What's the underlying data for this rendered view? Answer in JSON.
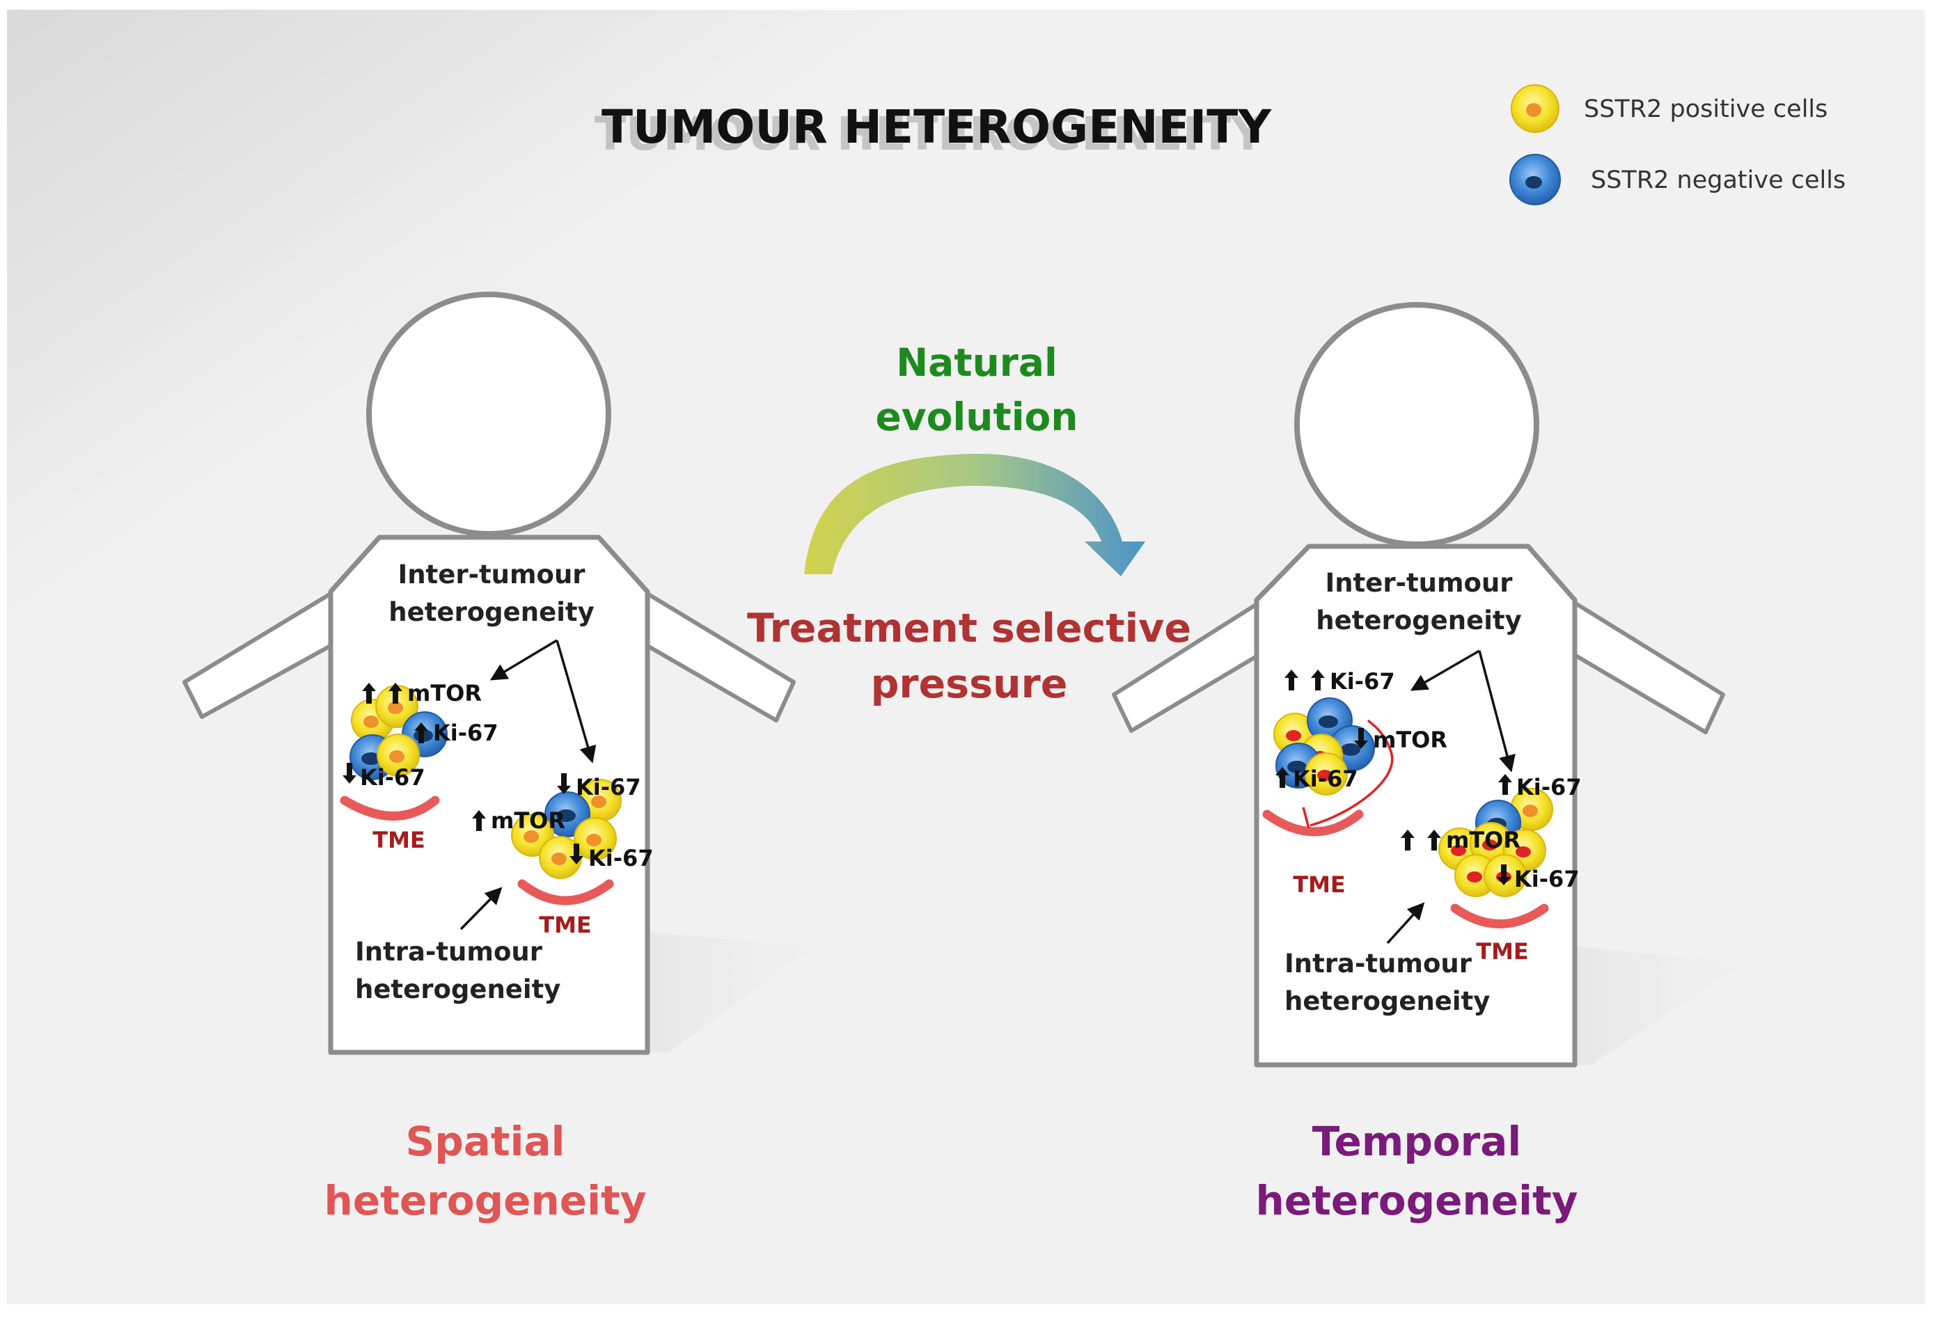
{
  "title": "TUMOUR HETEROGENEITY",
  "legend": {
    "positive": "SSTR2 positive cells",
    "negative": "SSTR2 negative cells"
  },
  "center": {
    "natural_line1": "Natural",
    "natural_line2": "evolution",
    "treatment_line1": "Treatment selective",
    "treatment_line2": "pressure"
  },
  "left": {
    "inter_line1": "Inter-tumour",
    "inter_line2": "heterogeneity",
    "intra_line1": "Intra-tumour",
    "intra_line2": "heterogeneity",
    "marker_mtor_top": "mTOR",
    "marker_ki67_mid": "Ki-67",
    "marker_ki67_low": "Ki-67",
    "marker_ki67_right_top": "Ki-67",
    "marker_mtor_right": "mTOR",
    "marker_ki67_right_low": "Ki-67",
    "tme_left": "TME",
    "tme_right": "TME",
    "caption_line1": "Spatial",
    "caption_line2": "heterogeneity"
  },
  "right": {
    "inter_line1": "Inter-tumour",
    "inter_line2": "heterogeneity",
    "intra_line1": "Intra-tumour",
    "intra_line2": "heterogeneity",
    "marker_ki67_top": "Ki-67",
    "marker_mtor_mid": "mTOR",
    "marker_ki67_low": "Ki-67",
    "marker_ki67_right_top": "Ki-67",
    "marker_mtor_right": "mTOR",
    "marker_ki67_right_low": "Ki-67",
    "tme_left": "TME",
    "tme_right": "TME",
    "caption_line1": "Temporal",
    "caption_line2": "heterogeneity"
  },
  "colors": {
    "title": "#111111",
    "natural": "#1e8a1e",
    "treatment": "#b03232",
    "spatial": "#e05555",
    "temporal": "#7a1a7a",
    "tme": "#a51c1c",
    "cell_yellow": "#f7e22a",
    "cell_orange": "#f0902a",
    "cell_blue": "#3e86d6",
    "cell_blue_dark": "#153a6a",
    "tme_arc": "#e85a5a",
    "body_outline": "#8c8c8c"
  }
}
